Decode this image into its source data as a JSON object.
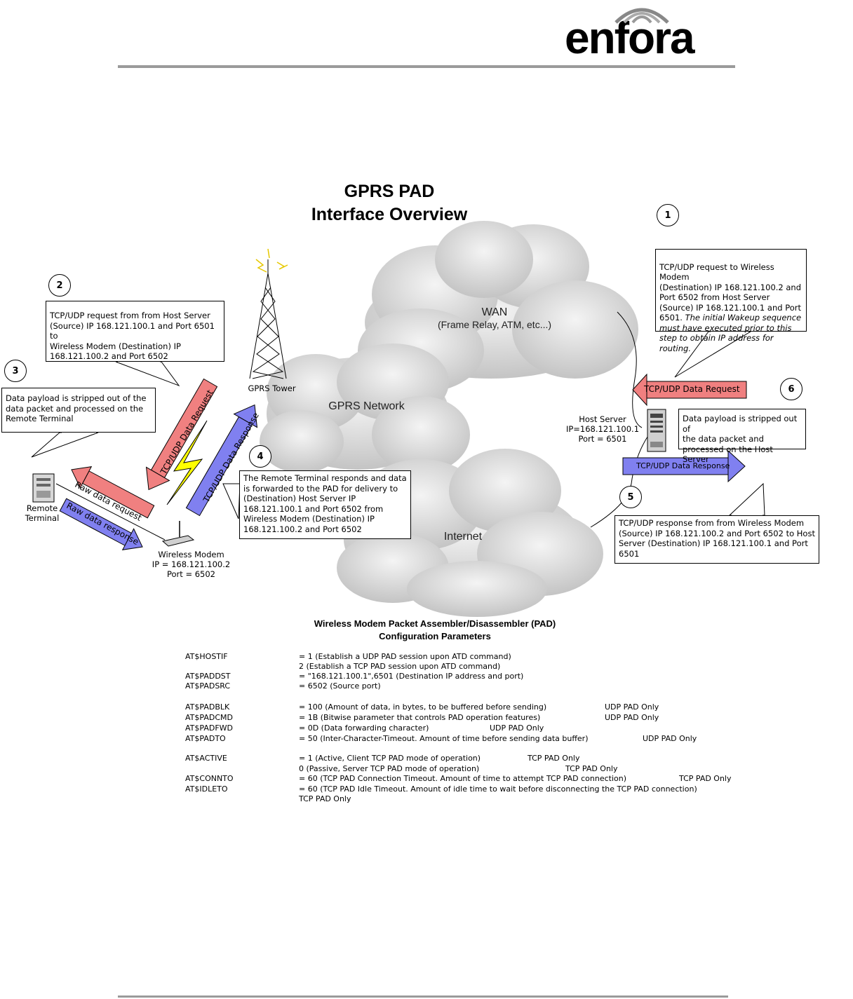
{
  "logo": {
    "text": "enfora"
  },
  "title": {
    "line1": "GPRS PAD",
    "line2": "Interface Overview"
  },
  "clouds": {
    "wan": {
      "line1": "WAN",
      "line2": "(Frame Relay, ATM, etc...)"
    },
    "gprs": "GPRS Network",
    "internet": "Internet"
  },
  "steps": {
    "s1": {
      "num": "1",
      "text": "TCP/UDP request to Wireless Modem\n(Destination) IP  168.121.100.2 and\nPort 6502 from Host Server\n(Source) IP 168.121.100.1 and Port\n6501.",
      "italic": "The initial Wakeup sequence\nmust have executed prior to this\nstep to obtain IP address for routing."
    },
    "s2": {
      "num": "2",
      "text": "TCP/UDP request from from Host Server\n (Source) IP 168.121.100.1 and Port 6501 to\nWireless Modem (Destination) IP\n168.121.100.2 and Port 6502"
    },
    "s3": {
      "num": "3",
      "text": "Data payload is stripped out of the\n data packet and processed on the\nRemote Terminal"
    },
    "s4": {
      "num": "4",
      "text": "The Remote Terminal responds and data\n is forwarded to the PAD for delivery to\n(Destination) Host Server IP\n168.121.100.1 and Port 6502 from\nWireless Modem (Destination) IP\n168.121.100.2 and Port 6502"
    },
    "s5": {
      "num": "5",
      "text": "TCP/UDP response from from Wireless Modem\n (Source) IP  168.121.100.2 and Port 6502 to Host\nServer (Destination) IP 168.121.100.1 and Port\n6501"
    },
    "s6": {
      "num": "6",
      "text": "Data payload is stripped out of\n the data packet and\n processed on the Host Server"
    }
  },
  "devices": {
    "tower": "GPRS Tower",
    "host": "Host Server\nIP=168.121.100.1\nPort = 6501",
    "remote": "Remote\nTerminal",
    "modem": "Wireless Modem\nIP = 168.121.100.2\nPort = 6502"
  },
  "arrows": {
    "tcp_request_diag": "TCP/UDP Data Request",
    "tcp_response_diag": "TCP/UDP Data Response",
    "raw_request": "Raw data request",
    "raw_response": "Raw data response",
    "host_request": "TCP/UDP Data Request",
    "host_response": "TCP/UDP Data Response"
  },
  "colors": {
    "request": "#f08080",
    "response": "#8080f0",
    "cloud": "#d8d8d8"
  },
  "config": {
    "title1": "Wireless Modem Packet Assembler/Disassembler (PAD)",
    "title2": "Configuration Parameters",
    "rows": [
      {
        "cmd": "AT$HOSTIF",
        "desc": "= 1 (Establish a UDP PAD session upon ATD command)",
        "note": ""
      },
      {
        "cmd": "",
        "desc": "   2 (Establish a TCP PAD session upon ATD command)",
        "note": ""
      },
      {
        "cmd": "AT$PADDST",
        "desc": "= \"168.121.100.1\",6501 (Destination IP address and port)",
        "note": ""
      },
      {
        "cmd": "AT$PADSRC",
        "desc": "= 6502 (Source port)",
        "note": ""
      },
      {
        "cmd": "",
        "desc": "",
        "note": ""
      },
      {
        "cmd": "AT$PADBLK",
        "desc": "= 100 (Amount of data, in bytes, to be buffered before sending)",
        "note": "UDP PAD Only"
      },
      {
        "cmd": "AT$PADCMD",
        "desc": "= 1B (Bitwise parameter that controls PAD operation features)",
        "note": "UDP PAD Only"
      },
      {
        "cmd": "AT$PADFWD",
        "desc": "= 0D (Data forwarding character)",
        "note": "UDP PAD Only"
      },
      {
        "cmd": "AT$PADTO",
        "desc": "= 50 (Inter-Character-Timeout. Amount of time before sending data buffer)",
        "note": "UDP PAD Only"
      },
      {
        "cmd": "",
        "desc": "",
        "note": ""
      },
      {
        "cmd": "AT$ACTIVE",
        "desc": "= 1 (Active, Client TCP PAD mode of operation)",
        "note": "TCP PAD Only"
      },
      {
        "cmd": "",
        "desc": "   0 (Passive, Server TCP PAD mode of operation)",
        "note": "TCP PAD Only"
      },
      {
        "cmd": "AT$CONNTO",
        "desc": "= 60 (TCP PAD Connection Timeout. Amount of time to attempt TCP PAD connection)",
        "note": "TCP PAD Only"
      },
      {
        "cmd": "AT$IDLETO",
        "desc": "= 60 (TCP PAD Idle Timeout. Amount of idle time to wait before disconnecting the TCP PAD connection)",
        "note": ""
      },
      {
        "cmd": "",
        "desc": "   TCP PAD Only",
        "note": ""
      }
    ]
  }
}
